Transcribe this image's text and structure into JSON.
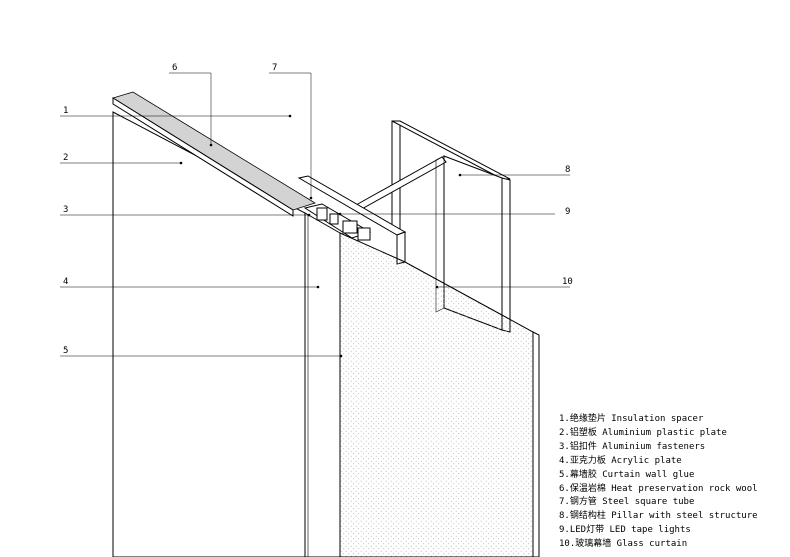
{
  "callouts": [
    "1",
    "2",
    "3",
    "4",
    "5",
    "6",
    "7",
    "8",
    "9",
    "10"
  ],
  "legend": [
    "1.绝缘垫片 Insulation spacer",
    "2.铝塑板 Aluminium plastic plate",
    "3.铝扣件 Aluminium fasteners",
    "4.亚克力板 Acrylic plate",
    "5.幕墙胶 Curtain wall glue",
    "6.保温岩棉 Heat preservation rock wool",
    "7.钢方管 Steel square tube",
    "8.钢结构柱 Pillar with steel structure",
    "9.LED灯带 LED tape lights",
    "10.玻璃幕墙 Glass curtain"
  ]
}
